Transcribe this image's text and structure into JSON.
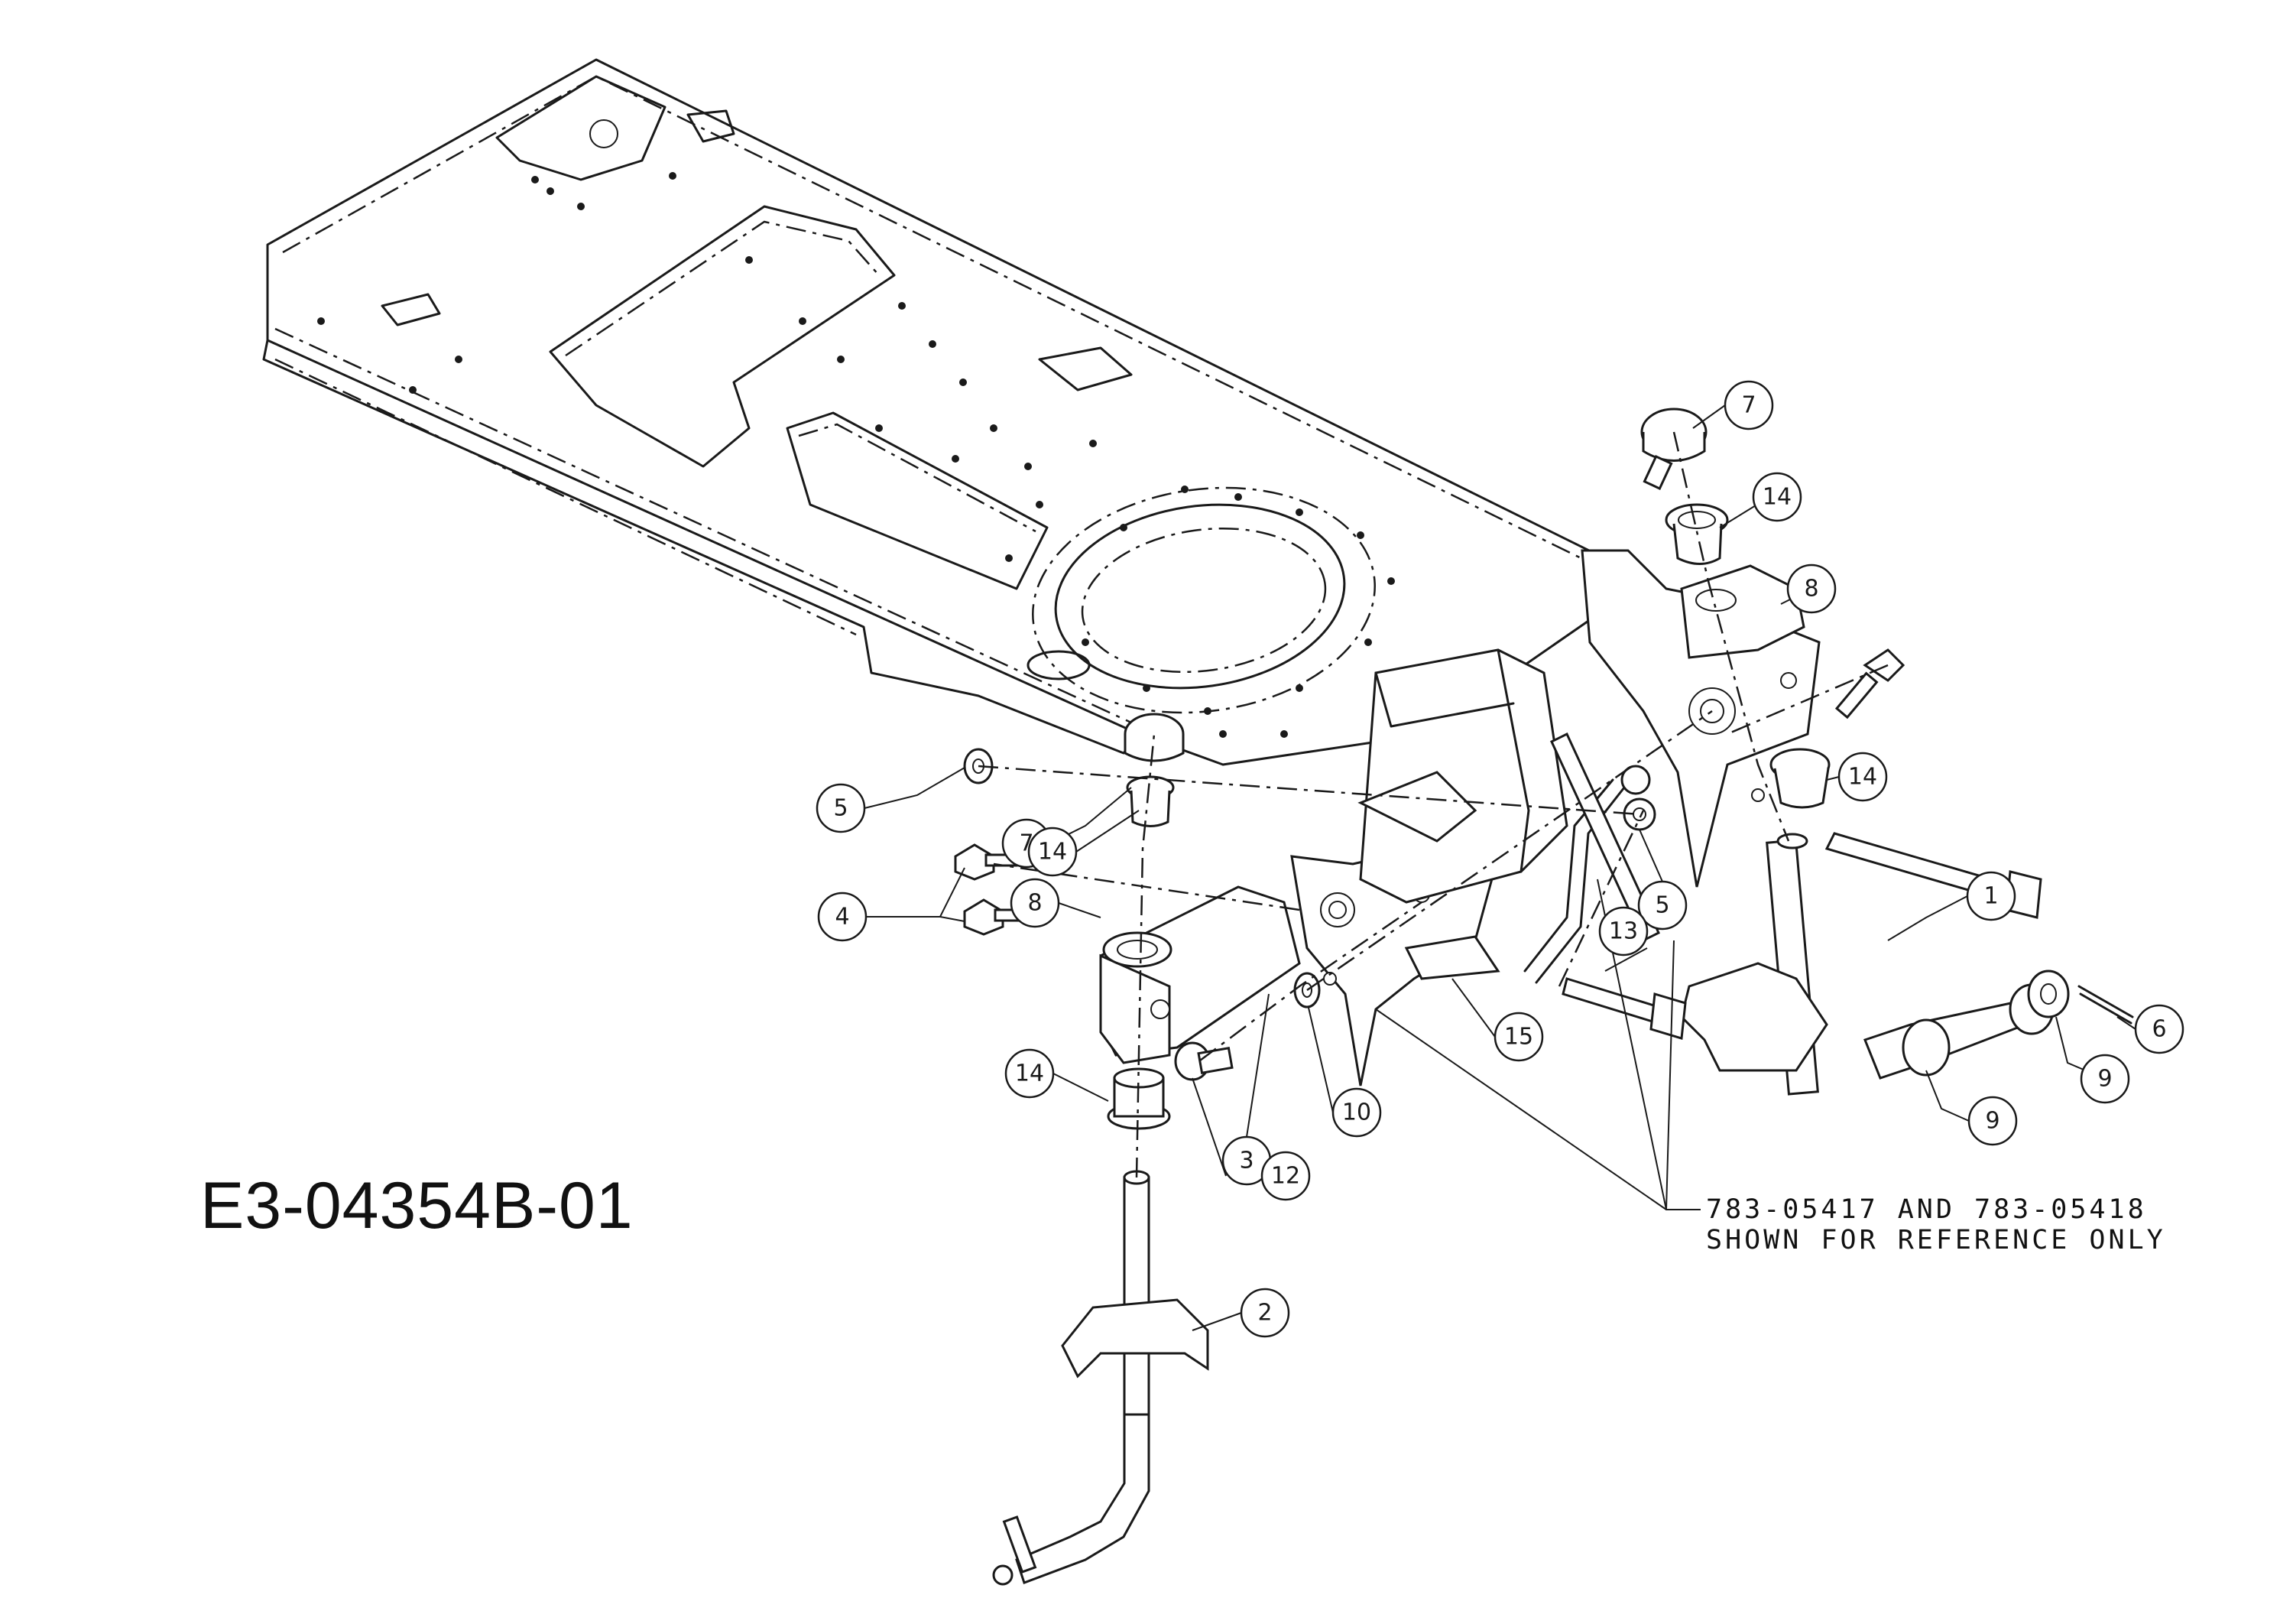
{
  "diagram_id": "E3-04354B-01",
  "reference_note": {
    "line1": "783-05417 AND 783-05418",
    "line2": "SHOWN FOR REFERENCE ONLY"
  },
  "callouts": [
    {
      "number": "1"
    },
    {
      "number": "2"
    },
    {
      "number": "3"
    },
    {
      "number": "4"
    },
    {
      "number": "5"
    },
    {
      "number": "5"
    },
    {
      "number": "6"
    },
    {
      "number": "7"
    },
    {
      "number": "7"
    },
    {
      "number": "8"
    },
    {
      "number": "8"
    },
    {
      "number": "9"
    },
    {
      "number": "9"
    },
    {
      "number": "10"
    },
    {
      "number": "12"
    },
    {
      "number": "13"
    },
    {
      "number": "14"
    },
    {
      "number": "14"
    },
    {
      "number": "14"
    },
    {
      "number": "14"
    },
    {
      "number": "15"
    }
  ]
}
